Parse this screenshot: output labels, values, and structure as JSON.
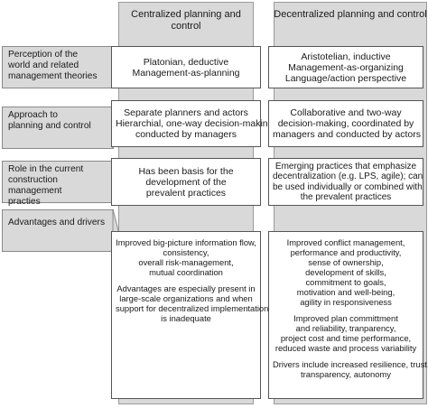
{
  "columns": {
    "centralized": "Centralized planning and control",
    "decentralized": "Decentralized planning and control"
  },
  "rows": [
    {
      "label": [
        "Perception of the",
        "world and related",
        "management theories"
      ],
      "centralized": [
        "Platonian, deductive",
        "Management-as-planning"
      ],
      "decentralized": [
        "Aristotelian, inductive",
        "Management-as-organizing",
        "Language/action perspective"
      ]
    },
    {
      "label": [
        "Approach to",
        "planning and control"
      ],
      "centralized": [
        "Separate planners and actors",
        "Hierarchial, one-way decision-making,",
        "conducted by managers"
      ],
      "decentralized": [
        "Collaborative and two-way",
        "decision-making, coordinated by",
        "managers and conducted by actors"
      ]
    },
    {
      "label": [
        "Role in the current",
        "construction management",
        "practies"
      ],
      "centralized": [
        "Has been basis for the",
        "development of the",
        "prevalent practices"
      ],
      "decentralized": [
        "Emerging practices that emphasize",
        "decentralization (e.g. LPS, agile); can",
        "be used individually or combined with",
        "the prevalent practices"
      ]
    },
    {
      "label": [
        "Advantages and drivers"
      ],
      "centralized": [
        [
          "Improved big-picture information flow,",
          "consistency,",
          "overall risk-management,",
          "mutual coordination"
        ],
        [
          "Advantages are especially present in",
          "large-scale organizations and when",
          "support for decentralized implementation",
          "is inadequate"
        ]
      ],
      "decentralized": [
        [
          "Improved conflict management,",
          "performance and productivity,",
          "sense of ownership,",
          "development of skills,",
          "commitment to goals,",
          "motivation and well-being,",
          "agility in responsiveness"
        ],
        [
          "Improved plan committment",
          "and reliability, tranparency,",
          "project cost and time performance,",
          "reduced waste and process variability"
        ],
        [
          "Drivers include increased resilience, trust,",
          "transparency, autonomy"
        ]
      ]
    }
  ]
}
